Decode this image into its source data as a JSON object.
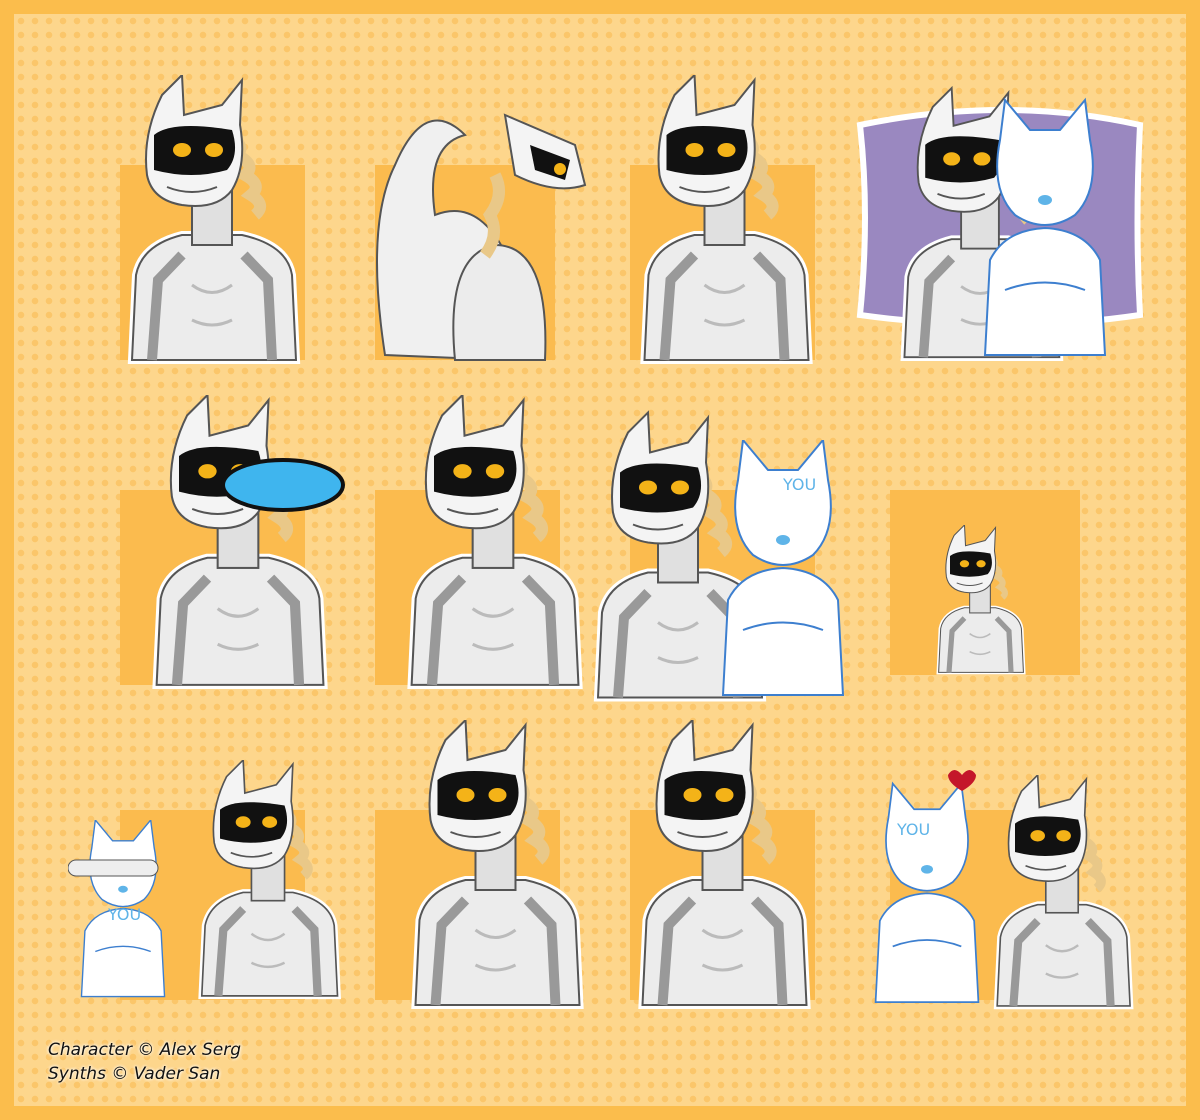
{
  "credits": {
    "line1": "Character © Alex Serg",
    "line2": "Synths © Vader San"
  },
  "stickers": {
    "you_label_1": "YOU",
    "you_label_2": "YOU",
    "you_label_3": "YOU"
  },
  "colors": {
    "frame": "#fbbd4c",
    "background": "#fdd68c",
    "square": "#fbbb4e",
    "visor": "#111111",
    "eye": "#f4b318",
    "pillow": "#9a88c0",
    "accent_blue": "#5fb4e8"
  }
}
